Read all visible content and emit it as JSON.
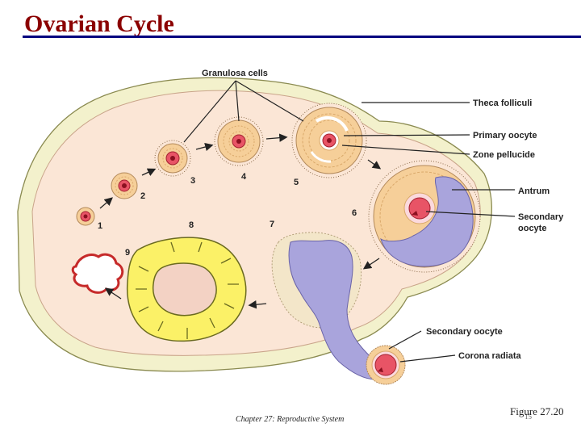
{
  "slide": {
    "title": "Ovarian Cycle"
  },
  "labels": {
    "granulosa_cells": "Granulosa cells",
    "theca_folliculi": "Theca folliculi",
    "primary_oocyte": "Primary oocyte",
    "zona_pellucida": "Zone pellucide",
    "antrum": "Antrum",
    "secondary_oocyte_1": "Secondary",
    "secondary_oocyte_2": "oocyte",
    "secondary_oocyte_bottom": "Secondary oocyte",
    "corona_radiata": "Corona radiata"
  },
  "stages": [
    "1",
    "2",
    "3",
    "4",
    "5",
    "6",
    "7",
    "8",
    "9"
  ],
  "footer": {
    "chapter": "Chapter 27: Reproductive System",
    "figure": "Figure 27.20",
    "page": "15"
  },
  "colors": {
    "title": "#8b0000",
    "title_rule": "#00007f",
    "ovary_fill": "#fbe6d6",
    "ovary_outer": "#f3f1cc",
    "granulosa": "#f6cf99",
    "oocyte": "#e85466",
    "antrum": "#a9a4dc",
    "corpus_luteum": "#fbf167"
  }
}
